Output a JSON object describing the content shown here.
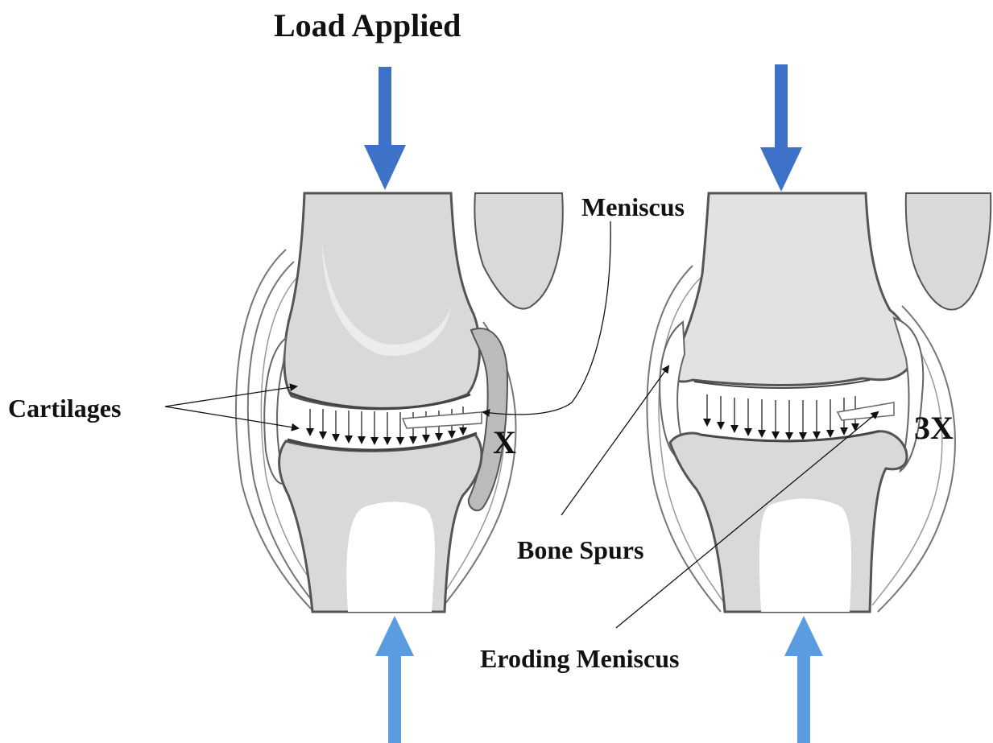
{
  "title": "Load Applied",
  "labels": {
    "cartilages": "Cartilages",
    "meniscus": "Meniscus",
    "healthy_load": "X",
    "arthritic_load": "3X",
    "bone_spurs": "Bone Spurs",
    "eroding_meniscus": "Eroding Meniscus"
  },
  "colors": {
    "arrow_top": "#3d72c8",
    "arrow_bottom": "#5b9be0",
    "bone": "#d9d9d9",
    "bone_highlight": "#ececec",
    "marrow": "#ffffff",
    "outline": "#555555"
  },
  "icons": {
    "load_arrow": "down-arrow-icon",
    "reaction_arrow": "up-arrow-icon"
  }
}
